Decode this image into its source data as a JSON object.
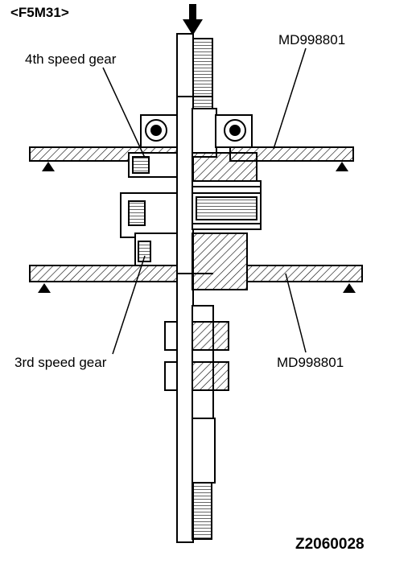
{
  "labels": {
    "model": "<F5M31>",
    "gear_4th": "4th speed gear",
    "tool_top": "MD998801",
    "gear_3rd": "3rd speed gear",
    "tool_bottom": "MD998801",
    "figure_code": "Z2060028"
  },
  "colors": {
    "line": "#000000",
    "background": "#ffffff"
  },
  "icons": [
    "press-arrow-icon",
    "support-triangle-icon"
  ]
}
